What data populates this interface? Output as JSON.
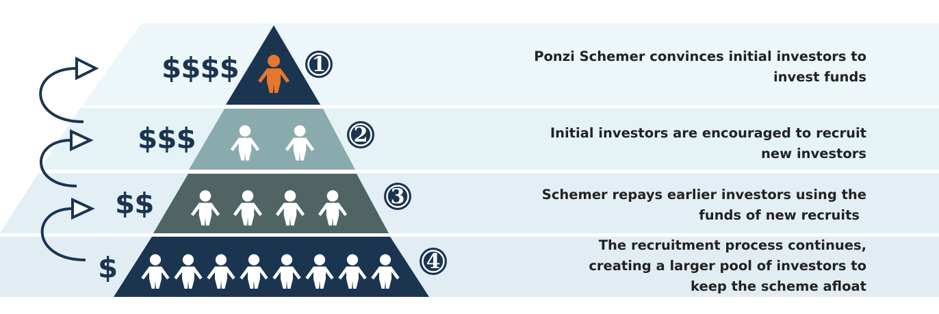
{
  "colors": {
    "band_1": "#edf6f9",
    "band_2": "#e5f2f6",
    "band_3": "#e3eff5",
    "band_4": "#e2edf3",
    "tier_1": "#1b3550",
    "tier_2": "#8aabad",
    "tier_3": "#4f6463",
    "tier_4": "#1b3550",
    "schemer": "#e5772f",
    "investor": "#ffffff",
    "text": "#222222",
    "accent_dark": "#1b3550"
  },
  "tiers": [
    {
      "number": "1",
      "dollars": "$$$$",
      "people": 1,
      "description": [
        "Ponzi Schemer convinces initial investors to",
        "invest funds"
      ]
    },
    {
      "number": "2",
      "dollars": "$$$",
      "people": 2,
      "description": [
        "Initial investors are encouraged to recruit",
        "new investors"
      ]
    },
    {
      "number": "3",
      "dollars": "$$",
      "people": 4,
      "description": [
        "Schemer repays earlier investors using the",
        "funds of new recruits"
      ]
    },
    {
      "number": "4",
      "dollars": "$",
      "people": 8,
      "description": [
        "The recruitment process continues,",
        "creating a larger pool of investors to",
        "keep the scheme afloat"
      ]
    }
  ],
  "icons": {
    "cycle_arrow": "curved-arrow-icon",
    "person": "person-icon",
    "number_badge": "number-badge-icon"
  }
}
